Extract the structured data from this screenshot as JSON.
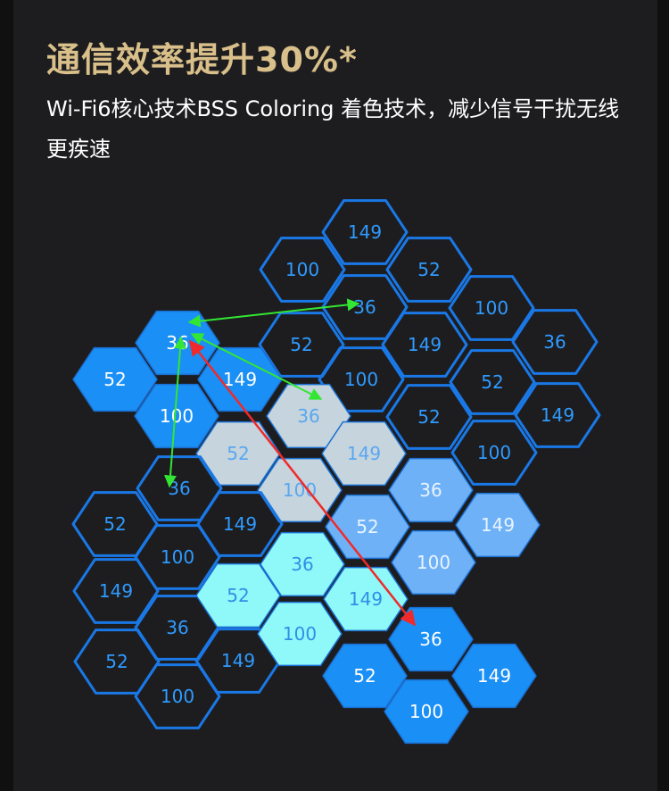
{
  "header": {
    "title": "通信效率提升30%*",
    "subtitle": "Wi-Fi6核心技术BSS Coloring 着色技术，减少信号干扰无线更疾速"
  },
  "colors": {
    "background": "#1d1d1f",
    "title": "#d9bf8a",
    "hex_outline": "#1a78e6",
    "fill_blue": "#1a8ff5",
    "fill_gray": "#c5d4dd",
    "fill_light_blue": "#6fb1f7",
    "fill_cyan": "#8ff8f8",
    "arrow_green": "#33e633",
    "arrow_red": "#f02a2a"
  },
  "hex_cells": [
    {
      "label": "149",
      "fill": "outline"
    },
    {
      "label": "100",
      "fill": "outline"
    },
    {
      "label": "52",
      "fill": "outline"
    },
    {
      "label": "36",
      "fill": "outline"
    },
    {
      "label": "100",
      "fill": "outline"
    },
    {
      "label": "52",
      "fill": "outline"
    },
    {
      "label": "149",
      "fill": "outline"
    },
    {
      "label": "36",
      "fill": "outline"
    },
    {
      "label": "100",
      "fill": "outline"
    },
    {
      "label": "52",
      "fill": "outline"
    },
    {
      "label": "52",
      "fill": "outline"
    },
    {
      "label": "149",
      "fill": "outline"
    },
    {
      "label": "100",
      "fill": "outline"
    },
    {
      "label": "36",
      "fill": "blue"
    },
    {
      "label": "52",
      "fill": "blue"
    },
    {
      "label": "149",
      "fill": "blue"
    },
    {
      "label": "100",
      "fill": "blue"
    },
    {
      "label": "36",
      "fill": "gray"
    },
    {
      "label": "52",
      "fill": "gray"
    },
    {
      "label": "149",
      "fill": "gray"
    },
    {
      "label": "100",
      "fill": "gray"
    },
    {
      "label": "36",
      "fill": "light_blue"
    },
    {
      "label": "52",
      "fill": "light_blue"
    },
    {
      "label": "149",
      "fill": "light_blue"
    },
    {
      "label": "100",
      "fill": "light_blue"
    },
    {
      "label": "36",
      "fill": "outline"
    },
    {
      "label": "52",
      "fill": "outline"
    },
    {
      "label": "149",
      "fill": "outline"
    },
    {
      "label": "100",
      "fill": "outline"
    },
    {
      "label": "149",
      "fill": "outline"
    },
    {
      "label": "36",
      "fill": "outline"
    },
    {
      "label": "52",
      "fill": "outline"
    },
    {
      "label": "100",
      "fill": "outline"
    },
    {
      "label": "149",
      "fill": "outline"
    },
    {
      "label": "36",
      "fill": "cyan"
    },
    {
      "label": "52",
      "fill": "cyan"
    },
    {
      "label": "149",
      "fill": "cyan"
    },
    {
      "label": "100",
      "fill": "cyan"
    },
    {
      "label": "36",
      "fill": "blue"
    },
    {
      "label": "52",
      "fill": "blue"
    },
    {
      "label": "149",
      "fill": "blue"
    },
    {
      "label": "100",
      "fill": "blue"
    }
  ],
  "arrows": [
    {
      "color": "green"
    },
    {
      "color": "green"
    },
    {
      "color": "green"
    },
    {
      "color": "red"
    }
  ]
}
